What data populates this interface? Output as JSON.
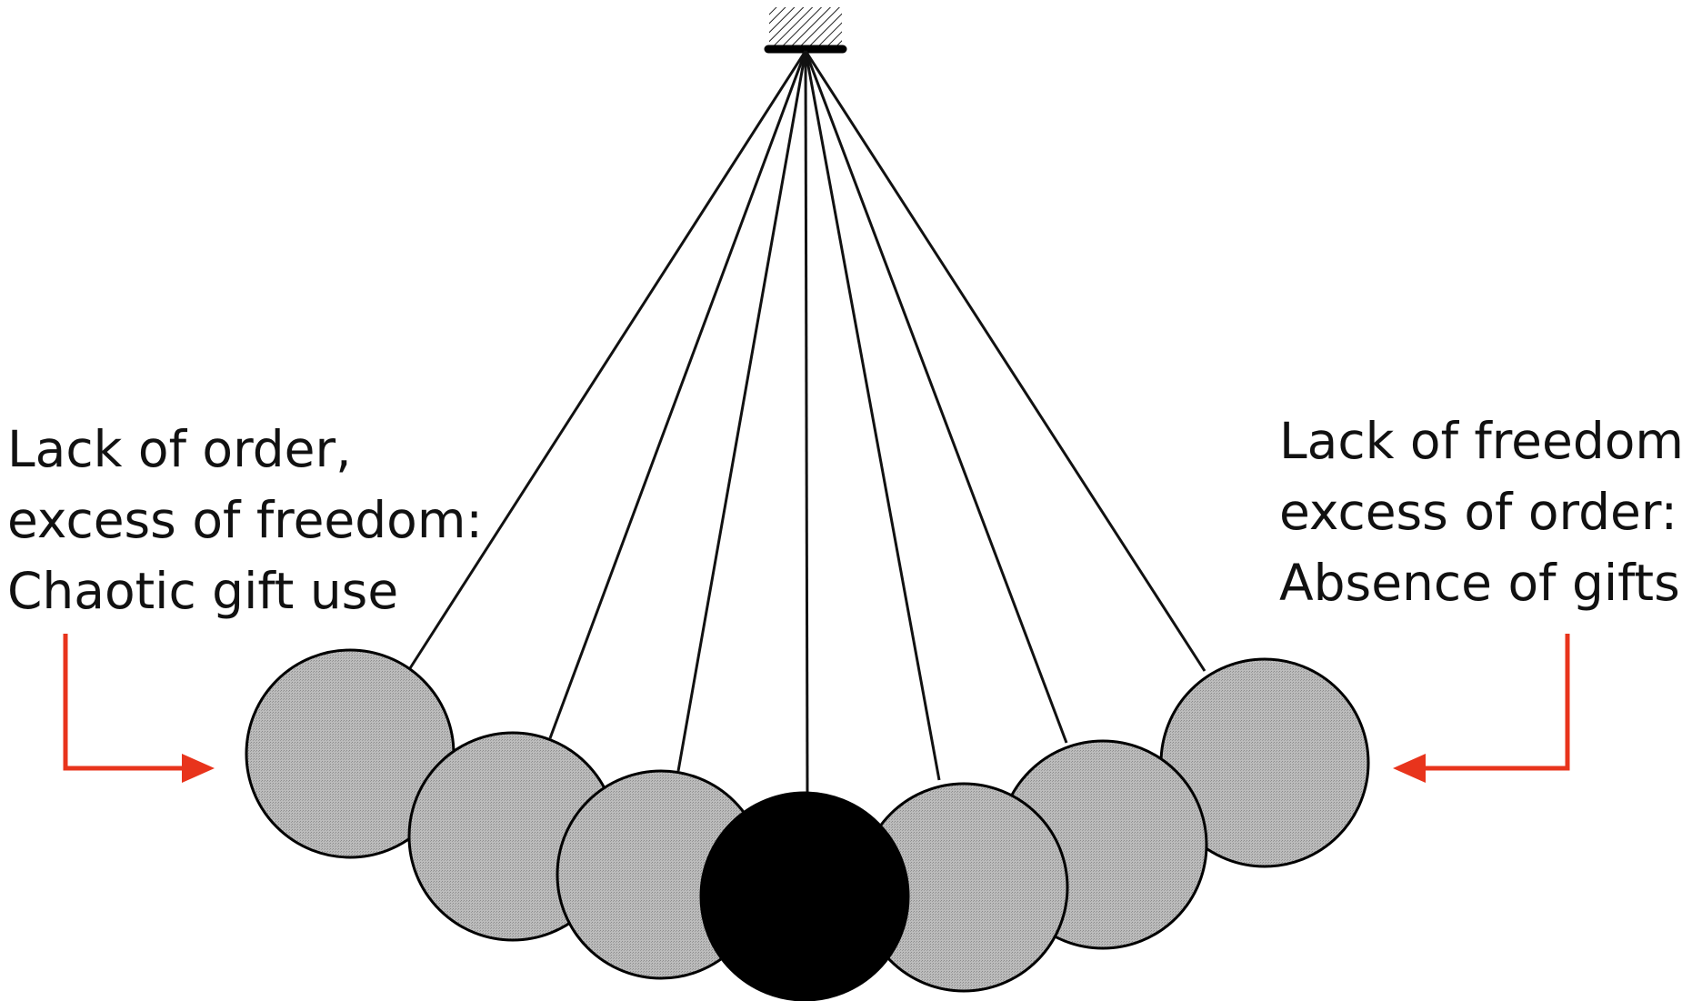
{
  "left_caption": {
    "lines": [
      "Lack of order,",
      "excess of freedom:",
      "Chaotic gift use"
    ]
  },
  "right_caption": {
    "lines": [
      "Lack of freedom,",
      "excess of order:",
      "Absence of gifts"
    ]
  },
  "colors": {
    "arrow": "#e8341c",
    "ball_gray": "#b4b4b4",
    "ball_center": "#000000",
    "line": "#111111"
  }
}
